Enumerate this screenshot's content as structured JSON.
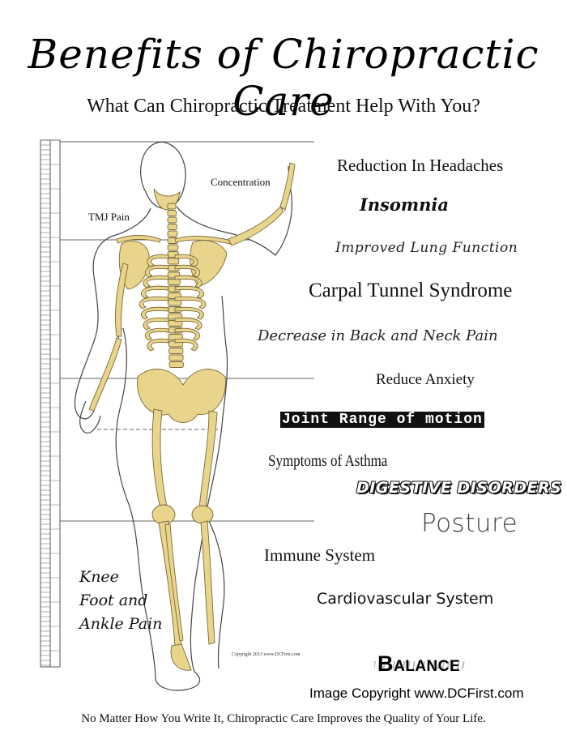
{
  "header": {
    "title": "Benefits of Chiropractic Care",
    "subtitle": "What Can Chiropractic Treatment Help With You?"
  },
  "figure": {
    "labels": {
      "concentration": "Concentration",
      "tmj": "TMJ Pain",
      "knee_line1": "Knee",
      "knee_line2": "Foot and",
      "knee_line3": "Ankle Pain",
      "copyright": "Copyright 2013 www.DCFirst.com"
    },
    "colors": {
      "bone": "#e9d48c",
      "bone_outline": "#7a6a35",
      "outline": "#444444"
    }
  },
  "benefits": {
    "reduction_headaches": "Reduction In Headaches",
    "insomnia": "Insomnia",
    "lung_function": "Improved Lung Function",
    "carpal_tunnel": "Carpal Tunnel Syndrome",
    "back_neck_pain": "Decrease in Back and Neck Pain",
    "anxiety": "Reduce Anxiety",
    "joint_range": "Joint Range of motion",
    "asthma": "Symptoms of Asthma",
    "digestive": "DIGESTIVE DISORDERS",
    "posture": "Posture",
    "immune": "Immune System",
    "cardio": "Cardiovascular System",
    "balance": "Balance"
  },
  "footer": {
    "image_copyright": "Image Copyright www.DCFirst.com",
    "tagline": "No Matter How You Write It, Chiropractic Care Improves the Quality of Your Life."
  }
}
